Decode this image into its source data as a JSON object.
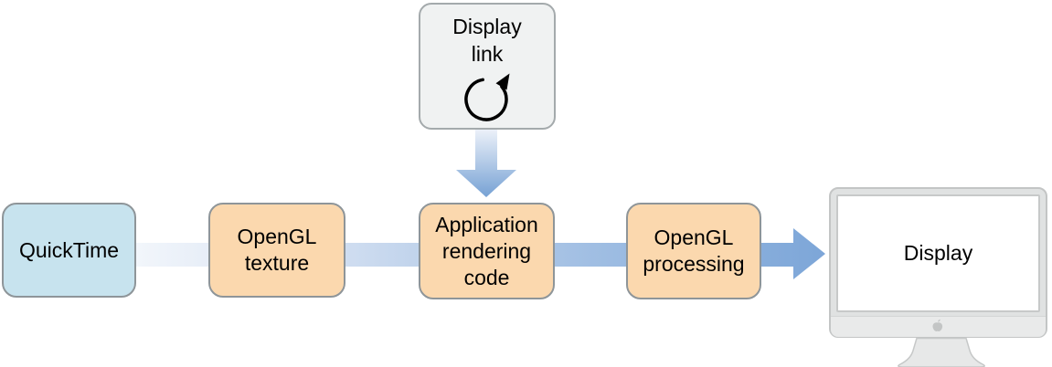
{
  "nodes": [
    {
      "id": "quicktime",
      "label": "QuickTime",
      "fill": "#c7e3ee"
    },
    {
      "id": "opengl-texture",
      "label": "OpenGL texture",
      "fill": "#fbd8ae"
    },
    {
      "id": "application-rendering-code",
      "label": "Application rendering code",
      "fill": "#fbd8ae"
    },
    {
      "id": "opengl-processing",
      "label": "OpenGL processing",
      "fill": "#fbd8ae"
    }
  ],
  "display_link": {
    "label": "Display link",
    "icon": "loop-arrow-icon",
    "fill": "#f0f2f2"
  },
  "display": {
    "label": "Display",
    "device": "imac-monitor",
    "logo": "apple-logo-icon"
  },
  "flow": [
    {
      "from": "QuickTime",
      "to": "OpenGL texture"
    },
    {
      "from": "OpenGL texture",
      "to": "Application rendering code"
    },
    {
      "from": "Application rendering code",
      "to": "OpenGL processing"
    },
    {
      "from": "OpenGL processing",
      "to": "Display"
    },
    {
      "from": "Display link",
      "to": "Application rendering code"
    }
  ],
  "colors": {
    "quicktime_fill": "#c7e3ee",
    "orange_fill": "#fbd8ae",
    "gray_box_fill": "#f0f2f2",
    "box_border": "#8e9599",
    "arrow_gradient_start": "#f2f6fb",
    "arrow_gradient_end": "#7da6d8",
    "monitor_body": "#e0e2e2",
    "text": "#000000"
  }
}
